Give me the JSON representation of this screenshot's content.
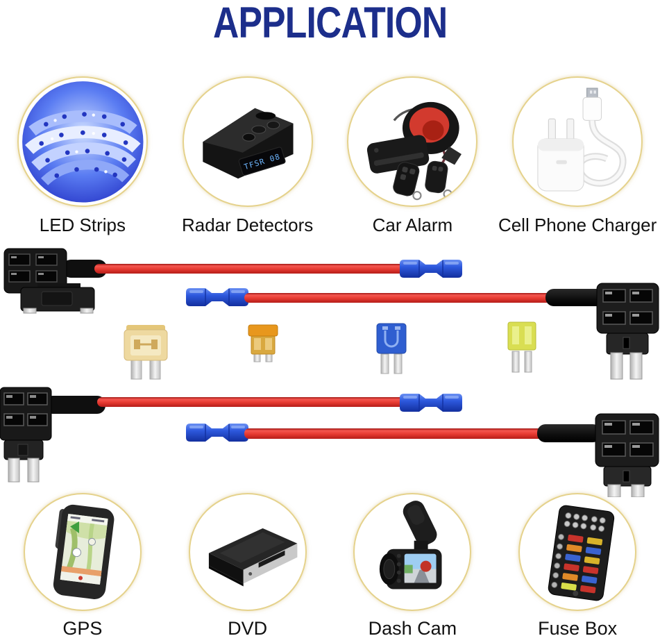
{
  "title": "APPLICATION",
  "colors": {
    "title": "#1c2e8b",
    "ring": "#e5d28c",
    "wire_red": "#e63a31",
    "connector_blue": "#2d58dd",
    "label": "#111111"
  },
  "apps_top": [
    {
      "label": "LED Strips",
      "icon": "led-strips-icon"
    },
    {
      "label": "Radar Detectors",
      "icon": "radar-detector-icon",
      "display": "TFSR 08"
    },
    {
      "label": "Car Alarm",
      "icon": "car-alarm-icon"
    },
    {
      "label": "Cell Phone Charger",
      "icon": "phone-charger-icon"
    }
  ],
  "apps_bottom": [
    {
      "label": "GPS",
      "icon": "gps-icon"
    },
    {
      "label": "DVD",
      "icon": "dvd-icon"
    },
    {
      "label": "Dash Cam",
      "icon": "dash-cam-icon"
    },
    {
      "label": "Fuse Box",
      "icon": "fuse-box-icon"
    }
  ],
  "products": {
    "wire_taps": [
      {
        "type": "mini-fuse-tap-adapter",
        "position": "top-left"
      },
      {
        "type": "mini-fuse-tap-adapter",
        "position": "top-right"
      },
      {
        "type": "mini-fuse-tap-adapter",
        "position": "bottom-left"
      },
      {
        "type": "standard-ato-fuse-tap-adapter",
        "position": "bottom-right"
      }
    ],
    "fuses": [
      {
        "type": "standard-blade-fuse",
        "color": "#eed9a0"
      },
      {
        "type": "low-profile-mini-fuse",
        "color": "#e8971d"
      },
      {
        "type": "mini-blade-fuse",
        "color": "#2f5ed0"
      },
      {
        "type": "micro2-blade-fuse",
        "color": "#d9de52"
      }
    ]
  }
}
